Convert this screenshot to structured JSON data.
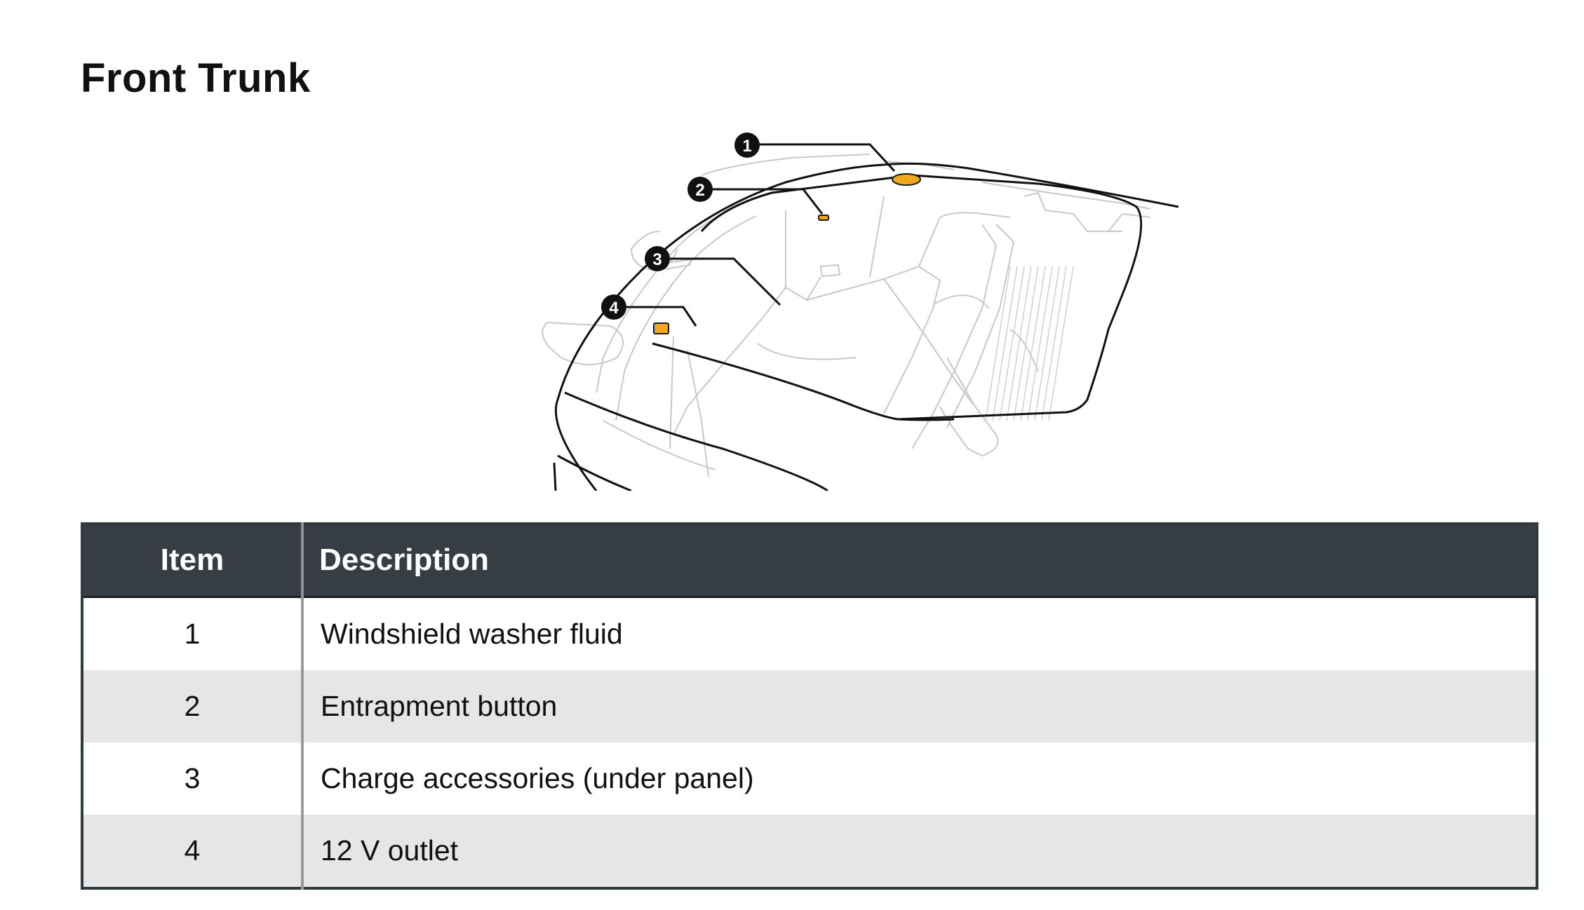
{
  "title": "Front Trunk",
  "diagram": {
    "callouts": [
      "1",
      "2",
      "3",
      "4"
    ],
    "highlight_color": "#f0a81c"
  },
  "table": {
    "headers": {
      "item": "Item",
      "description": "Description"
    },
    "rows": [
      {
        "item": "1",
        "description": "Windshield washer fluid"
      },
      {
        "item": "2",
        "description": "Entrapment button"
      },
      {
        "item": "3",
        "description": "Charge accessories (under panel)"
      },
      {
        "item": "4",
        "description": "12 V outlet"
      }
    ]
  }
}
